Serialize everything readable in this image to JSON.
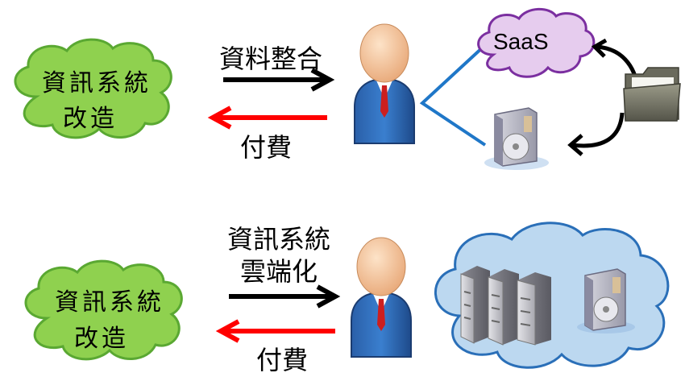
{
  "top": {
    "cloud_line1": "資訊系統",
    "cloud_line2": "改造",
    "arrow_right_label": "資料整合",
    "arrow_left_label": "付費",
    "saas_label": "SaaS",
    "folder_icon": "folder-icon",
    "software_icon": "software-box-icon"
  },
  "bottom": {
    "cloud_line1": "資訊系統",
    "cloud_line2": "改造",
    "arrow_right_label_line1": "資訊系統",
    "arrow_right_label_line2": "雲端化",
    "arrow_left_label": "付費",
    "server_icon": "server-rack-icon",
    "software_icon": "software-box-icon"
  },
  "colors": {
    "green_cloud": "#8fd14f",
    "blue_cloud": "#bcd8f0",
    "purple_cloud": "#e6ccee",
    "arrow_pay": "#ff0000",
    "arrow_data": "#000000",
    "connector": "#1f77c8"
  }
}
